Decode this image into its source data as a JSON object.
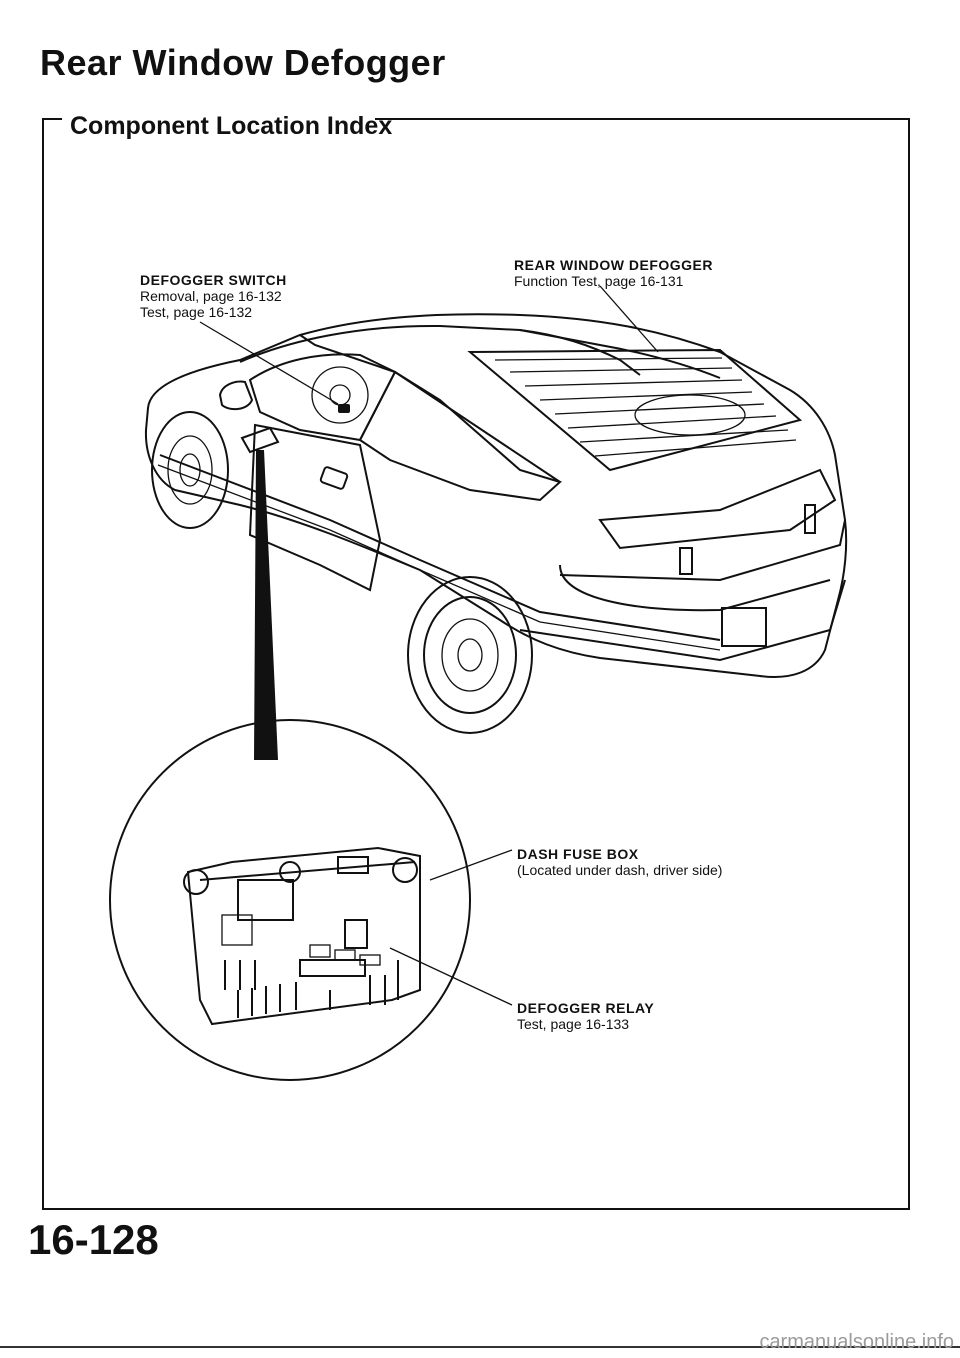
{
  "header": {
    "title": "Rear Window Defogger",
    "section": "Component Location Index"
  },
  "callouts": {
    "rear_window_defogger": {
      "name": "REAR WINDOW DEFOGGER",
      "detail": "Function Test, page 16-131"
    },
    "defogger_switch": {
      "name": "DEFOGGER SWITCH",
      "removal": "Removal, page 16-132",
      "test": "Test, page 16-132"
    },
    "dash_fuse_box": {
      "name": "DASH FUSE BOX",
      "detail": "(Located under dash, driver side)"
    },
    "defogger_relay": {
      "name": "DEFOGGER RELAY",
      "detail": "Test, page 16-133"
    }
  },
  "footer": {
    "page_number": "16-128",
    "watermark": "carmanualsonline.info"
  },
  "illustrations": {
    "car": "car-rear-three-quarter-illustration",
    "fuse_box": "fuse-box-detail-illustration"
  }
}
